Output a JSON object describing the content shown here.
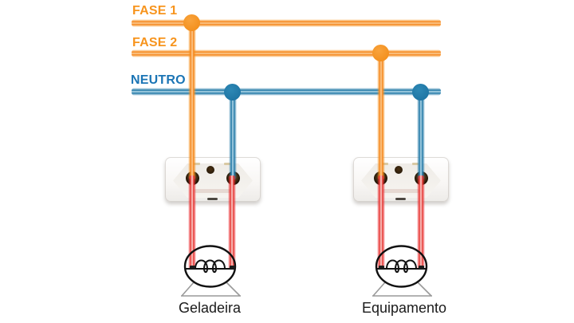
{
  "diagram": {
    "type": "electrical-wiring-diagram",
    "language": "pt-BR",
    "background": "#ffffff"
  },
  "wires": {
    "fase1_label": "FASE 1",
    "fase2_label": "FASE 2",
    "neutro_label": "NEUTRO",
    "phase_color": "#F7941D",
    "neutral_color": "#2178A6",
    "neutral_label_color": "#1B75B5",
    "load_wire_color": "#ED1C24"
  },
  "outlets": [
    {
      "name": "tomada-geladeira",
      "connected_phase": "FASE 1",
      "connected_neutral": "NEUTRO"
    },
    {
      "name": "tomada-equipamento",
      "connected_phase": "FASE 2",
      "connected_neutral": "NEUTRO"
    }
  ],
  "loads": [
    {
      "label": "Geladeira"
    },
    {
      "label": "Equipamento"
    }
  ]
}
